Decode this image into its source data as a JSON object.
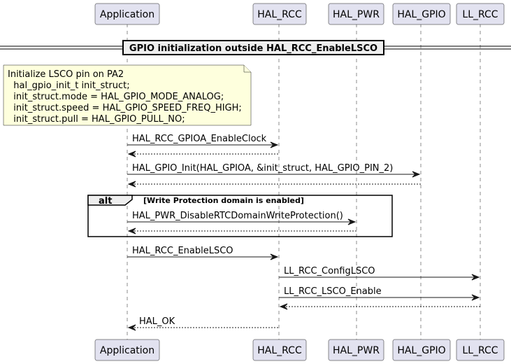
{
  "participants": [
    "Application",
    "HAL_RCC",
    "HAL_PWR",
    "HAL_GPIO",
    "LL_RCC"
  ],
  "divider": {
    "label": "GPIO initialization outside HAL_RCC_EnableLSCO"
  },
  "note": {
    "lines": [
      "Initialize LSCO pin on PA2",
      "  hal_gpio_init_t init_struct;",
      "  init_struct.mode = HAL_GPIO_MODE_ANALOG;",
      "  init_struct.speed = HAL_GPIO_SPEED_FREQ_HIGH;",
      "  init_struct.pull = HAL_GPIO_PULL_NO;"
    ]
  },
  "messages": [
    {
      "from": "Application",
      "to": "HAL_RCC",
      "label": "HAL_RCC_GPIOA_EnableClock",
      "style": "call"
    },
    {
      "from": "HAL_RCC",
      "to": "Application",
      "label": "",
      "style": "return"
    },
    {
      "from": "Application",
      "to": "HAL_GPIO",
      "label": "HAL_GPIO_Init(HAL_GPIOA, &init_struct, HAL_GPIO_PIN_2)",
      "style": "call"
    },
    {
      "from": "HAL_GPIO",
      "to": "Application",
      "label": "",
      "style": "return"
    },
    {
      "from": "Application",
      "to": "HAL_PWR",
      "label": "HAL_PWR_DisableRTCDomainWriteProtection()",
      "style": "call"
    },
    {
      "from": "HAL_PWR",
      "to": "Application",
      "label": "",
      "style": "return"
    },
    {
      "from": "Application",
      "to": "HAL_RCC",
      "label": "HAL_RCC_EnableLSCO",
      "style": "call"
    },
    {
      "from": "HAL_RCC",
      "to": "LL_RCC",
      "label": "LL_RCC_ConfigLSCO",
      "style": "call"
    },
    {
      "from": "HAL_RCC",
      "to": "LL_RCC",
      "label": "LL_RCC_LSCO_Enable",
      "style": "call"
    },
    {
      "from": "LL_RCC",
      "to": "HAL_RCC",
      "label": "",
      "style": "return"
    },
    {
      "from": "HAL_RCC",
      "to": "Application",
      "label": "HAL_OK",
      "style": "return"
    }
  ],
  "fragment": {
    "keyword": "alt",
    "guard": "[Write Protection domain is enabled]"
  },
  "colors": {
    "participant_fill": "#E2E2F0",
    "note_fill": "#FEFFDD",
    "line": "#181818"
  }
}
